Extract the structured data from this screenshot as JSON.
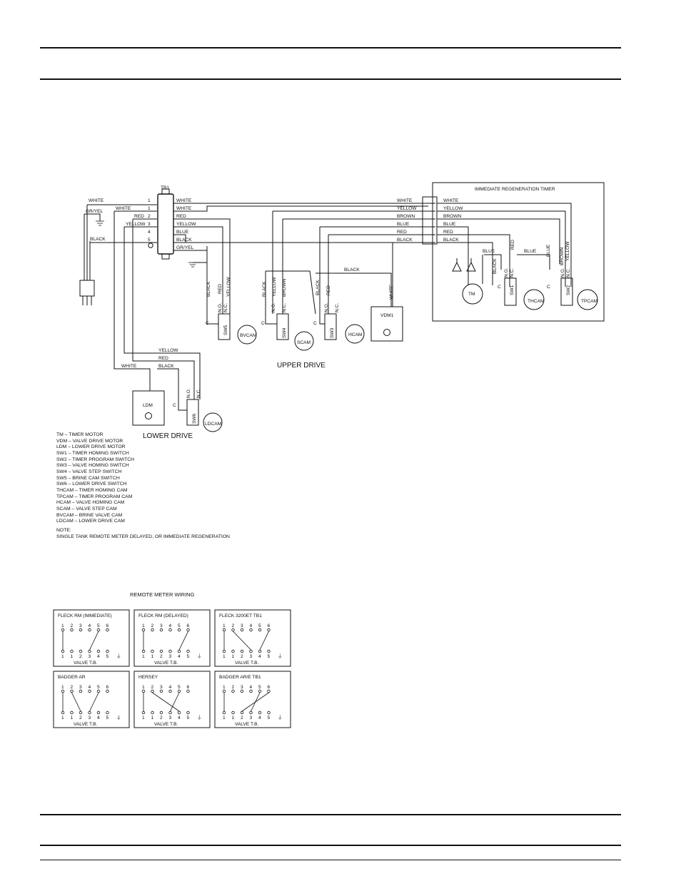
{
  "wiring": {
    "tb1": "TB1",
    "timer_title": "IMMEDIATE REGENERATION TIMER",
    "left_wires": [
      "WHITE",
      "GR/YEL",
      "BLACK"
    ],
    "tb1_left": [
      "WHITE",
      "RED",
      "YELLOW"
    ],
    "tb1_terminals": [
      "1",
      "1",
      "2",
      "3",
      "4",
      "5"
    ],
    "tb1_right": [
      "WHITE",
      "WHITE",
      "RED",
      "YELLOW",
      "BLUE",
      "BLACK",
      "GR/YEL"
    ],
    "timer_in": [
      "WHITE",
      "YELLOW",
      "BROWN",
      "BLUE",
      "RED",
      "BLACK"
    ],
    "timer_out": [
      "WHITE",
      "YELLOW",
      "BROWN",
      "BLUE",
      "RED",
      "BLACK"
    ],
    "vert_black": "BLACK",
    "vert_red": "RED",
    "vert_yellow": "YELLOW",
    "vert_brown": "BROWN",
    "vert_white": "WHITE",
    "vert_blue": "BLUE",
    "sw_c": "C",
    "sw_no": "N.O.",
    "sw_nc": "N.C.",
    "sw1": "SW1",
    "sw2": "SW2",
    "sw3": "SW3",
    "sw4": "SW4",
    "sw5": "SW5",
    "sw6": "SW6",
    "tm": "TM",
    "thcam": "THCAM",
    "tpcam": "TPCAM",
    "bvcam": "BVCAM",
    "scam": "SCAM",
    "hcam": "HCAM",
    "vdm1": "VDM1",
    "ldm": "LDM",
    "ldcam": "LDCAM",
    "upper_drive": "UPPER DRIVE",
    "lower_drive": "LOWER DRIVE"
  },
  "legend": [
    "TM – TIMER MOTOR",
    "VDM – VALVE DRIVE MOTOR",
    "LDM – LOWER DRIVE MOTOR",
    "SW1 – TIMER HOMING SWITCH",
    "SW2 – TIMER PROGRAM SWITCH",
    "SW3 – VALVE HOMING SWITCH",
    "SW4 – VALVE STEP SWITCH",
    "SW5 – BRINE CAM SWITCH",
    "SW6 – LOWER DRIVE SWITCH",
    "THCAM – TIMER HOMING CAM",
    "TPCAM – TIMER PROGRAM CAM",
    "HCAM – VALVE HOMING CAM",
    "SCAM – VALVE STEP CAM",
    "BVCAM – BRINE VALVE CAM",
    "LDCAM – LOWER DRIVE CAM"
  ],
  "note": {
    "label": "NOTE:",
    "text": "SINGLE TANK REMOTE METER DELAYED, OR IMMEDIATE REGENERATION"
  },
  "remote": {
    "title": "REMOTE METER WIRING",
    "valve_tb": "VALVE T.B.",
    "top_nums": [
      "1",
      "2",
      "3",
      "4",
      "5",
      "6"
    ],
    "bottom_nums": [
      "1",
      "1",
      "2",
      "3",
      "4",
      "5"
    ],
    "panels": [
      "FLECK RM (IMMEDIATE)",
      "FLECK RM (DELAYED)",
      "FLECK 3200ET TB1",
      "BADGER AR",
      "HERSEY",
      "BADGER AR/E  TB1"
    ]
  }
}
